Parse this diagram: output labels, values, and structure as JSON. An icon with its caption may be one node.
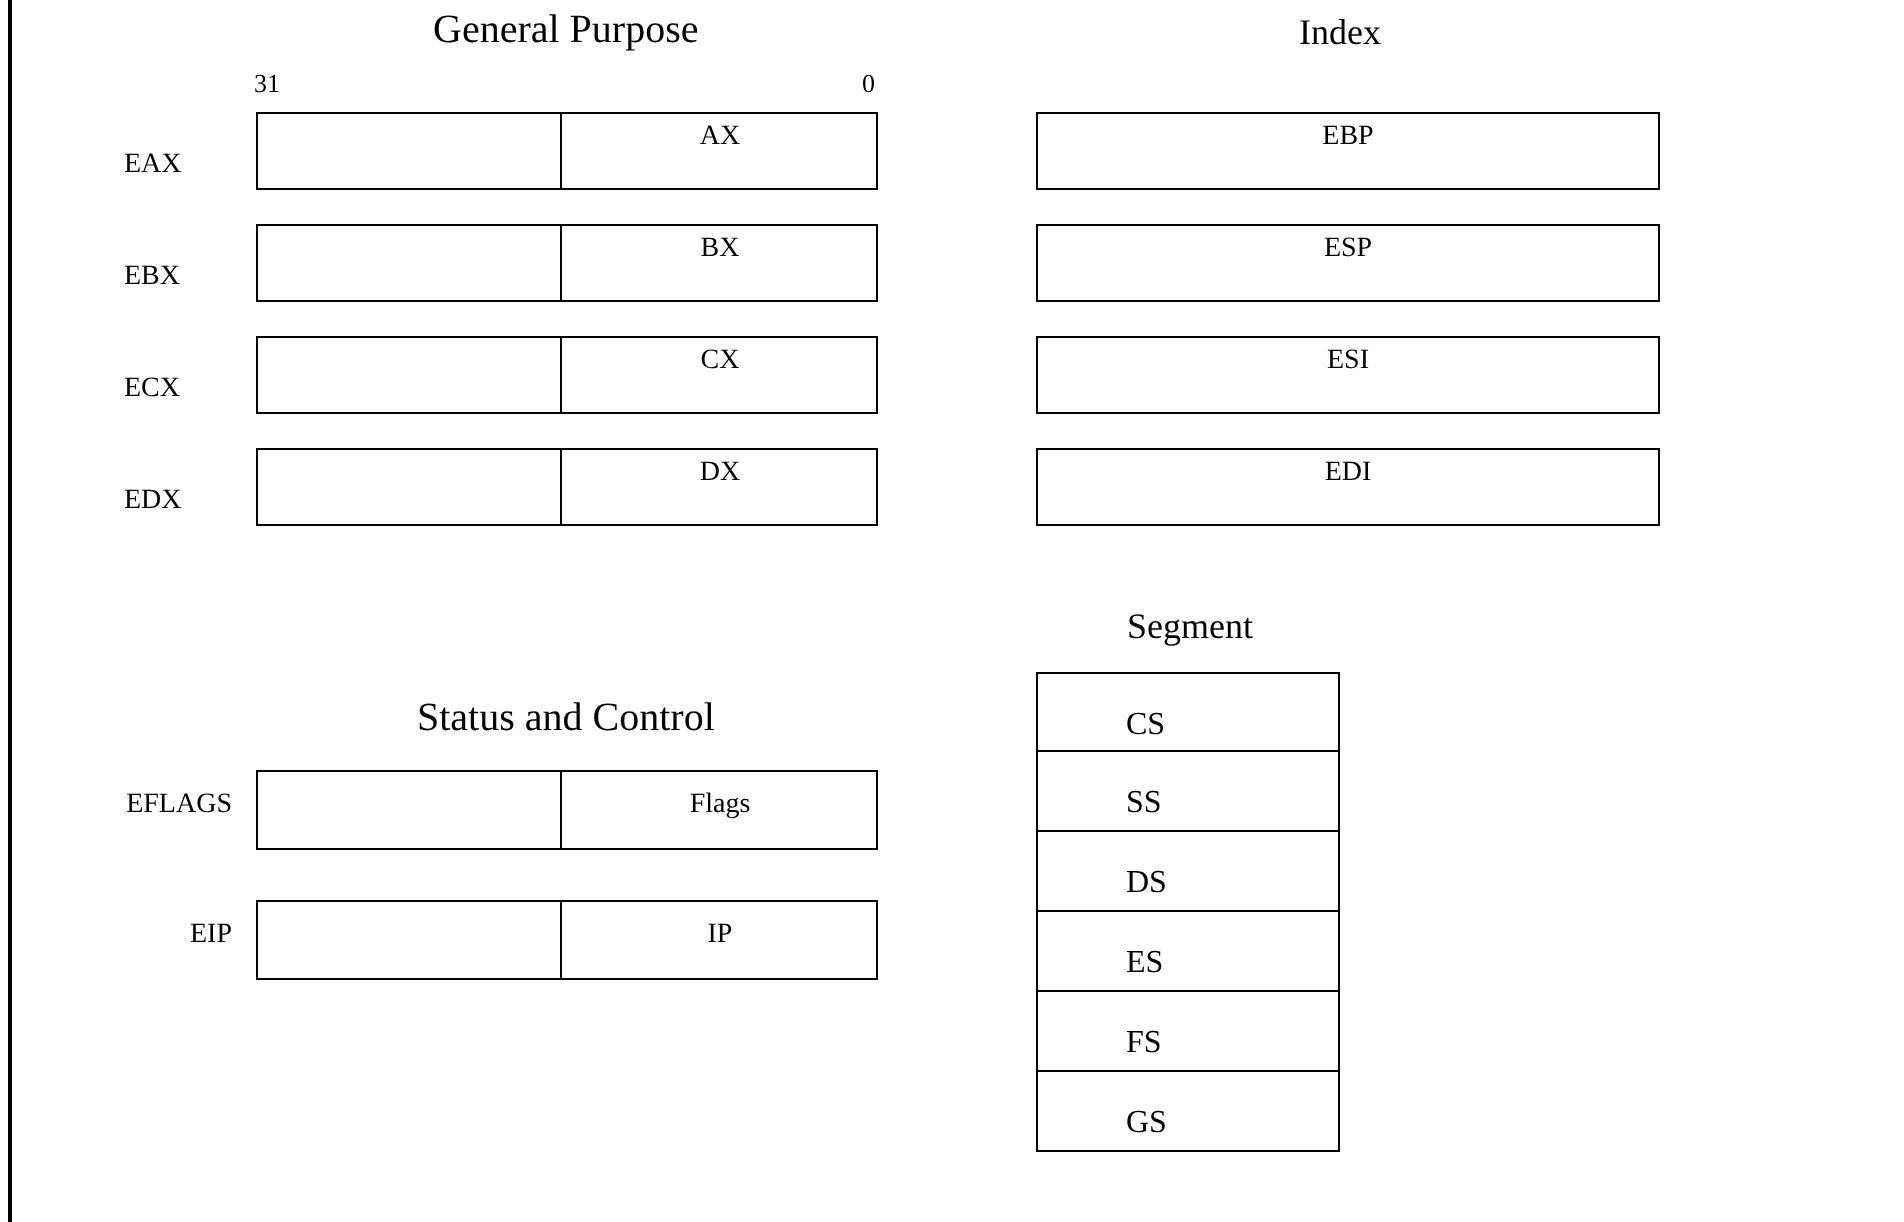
{
  "diagram": {
    "nodes": [
      {
        "text": [
          "AX"
        ],
        "beside": [
          "EAX"
        ]
      },
      {
        "text": [
          "BX"
        ],
        "beside": [
          "EBX"
        ]
      },
      {
        "text": [
          "CX"
        ],
        "beside": [
          "ECX"
        ]
      },
      {
        "text": [
          "DX"
        ],
        "beside": [
          "EDX"
        ]
      },
      {
        "text": [
          "EBP"
        ]
      },
      {
        "text": [
          "ESP"
        ]
      },
      {
        "text": [
          "ESI"
        ]
      },
      {
        "text": [
          "EDI"
        ]
      },
      {
        "text": [
          "CS"
        ]
      },
      {
        "text": [
          "SS"
        ]
      },
      {
        "text": [
          "DS"
        ]
      },
      {
        "text": [
          "ES"
        ]
      },
      {
        "text": [
          "FS"
        ]
      },
      {
        "text": [
          "GS"
        ]
      },
      {
        "text": [
          "Flags"
        ],
        "beside": [
          "EFLAGS"
        ]
      },
      {
        "text": [
          "IP"
        ],
        "beside": [
          "EIP"
        ]
      }
    ],
    "labels": [
      "General Purpose",
      "Index",
      "31",
      "0",
      "Segment",
      "Status and Control"
    ]
  }
}
